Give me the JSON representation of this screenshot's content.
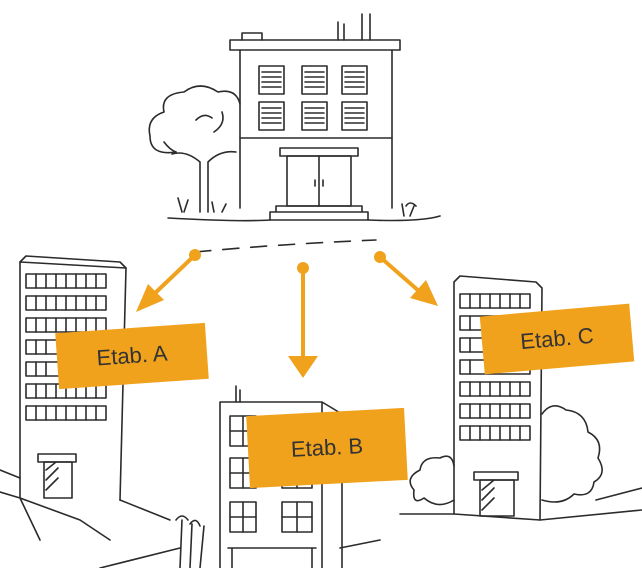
{
  "labels": {
    "a": "Etab. A",
    "b": "Etab. B",
    "c": "Etab. C"
  },
  "colors": {
    "accent": "#f0a21d",
    "ink": "#2b2b2b",
    "label_text": "#333333"
  }
}
